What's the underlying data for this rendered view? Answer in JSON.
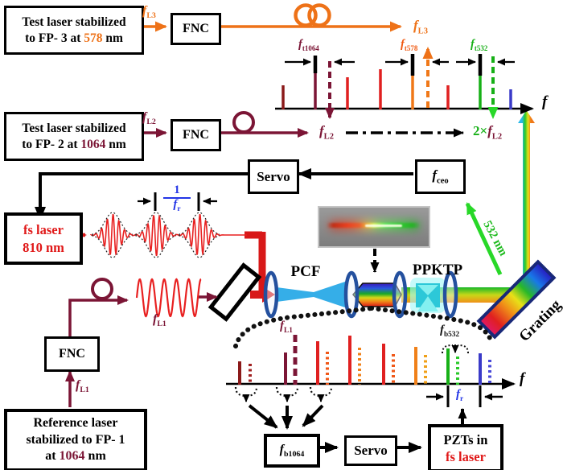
{
  "colors": {
    "orange": "#EE7218",
    "maroon": "#7B1535",
    "laser_red": "#E01818",
    "green": "#17B017",
    "blue": "#2335E6",
    "grating_border": "#182878",
    "pcf_blue": "#35AEE8",
    "ppktp_cyan": "#40DCE0"
  },
  "boxes": {
    "fnc": "FNC",
    "servo": "Servo",
    "test3": {
      "line1": "Test laser stabilized",
      "line2_pre": "to FP- 3 at",
      "value": "578",
      "unit": "nm"
    },
    "test2": {
      "line1": "Test laser stabilized",
      "line2_pre": "to FP- 2 at",
      "value": "1064",
      "unit": "nm"
    },
    "fceo": {
      "sym": "f",
      "sub": "ceo"
    },
    "fs_laser": {
      "line1": "fs laser",
      "line2": "810 nm"
    },
    "reference": {
      "line1": "Reference laser",
      "line2": "stabilized to FP- 1",
      "line3_pre": "at",
      "value": "1064",
      "unit": "nm"
    },
    "fb1064": {
      "sym": "f",
      "sub": "b1064"
    },
    "pzt": {
      "line1": "PZTs in",
      "line2": "fs laser"
    }
  },
  "labels": {
    "fL3": {
      "sym": "f",
      "sub": "L3"
    },
    "fL2": {
      "sym": "f",
      "sub": "L2"
    },
    "fL1": {
      "sym": "f",
      "sub": "L1"
    },
    "two_fL2": {
      "prefix": "2",
      "times": "×",
      "sym": "f",
      "sub": "L2"
    },
    "ft1064": {
      "sym": "f",
      "sub": "t1064"
    },
    "ft578": {
      "sym": "f",
      "sub": "t578"
    },
    "ft532": {
      "sym": "f",
      "sub": "t532"
    },
    "fb532": {
      "sym": "f",
      "sub": "b532"
    },
    "fr": {
      "sym": "f",
      "sub": "r"
    },
    "inv_fr": {
      "num": "1",
      "sym": "f",
      "sub": "r"
    },
    "f_axis": "f",
    "pcf": "PCF",
    "ppktp": "PPKTP",
    "grating": "Grating",
    "nm532": "532 nm"
  }
}
